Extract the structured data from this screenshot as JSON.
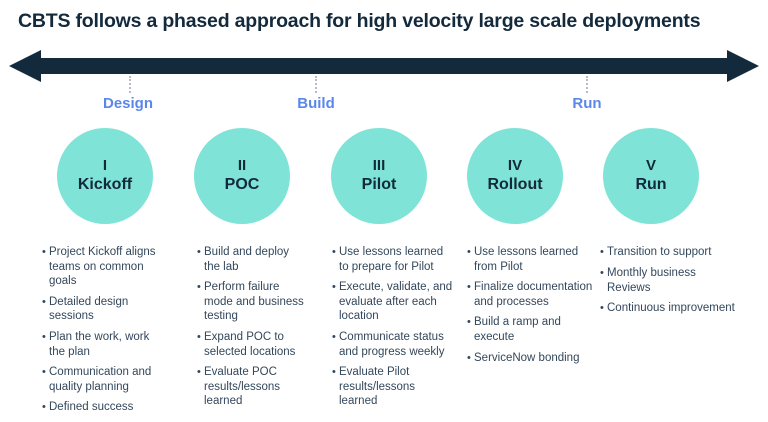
{
  "title": "CBTS follows a phased approach for high velocity large scale deployments",
  "timeline": {
    "phase_labels": [
      "Design",
      "Build",
      "Run"
    ]
  },
  "phases": [
    {
      "numeral": "I",
      "name": "Kickoff",
      "bullets": [
        "Project Kickoff aligns teams on common goals",
        "Detailed design sessions",
        "Plan the work, work the plan",
        "Communication and quality planning",
        "Defined success"
      ]
    },
    {
      "numeral": "II",
      "name": "POC",
      "bullets": [
        "Build and deploy the lab",
        "Perform failure mode and business testing",
        "Expand POC to selected locations",
        "Evaluate POC results/lessons learned"
      ]
    },
    {
      "numeral": "III",
      "name": "Pilot",
      "bullets": [
        "Use lessons learned to prepare for Pilot",
        "Execute, validate, and evaluate after each location",
        "Communicate status and progress weekly",
        "Evaluate Pilot results/lessons learned"
      ]
    },
    {
      "numeral": "IV",
      "name": "Rollout",
      "bullets": [
        "Use lessons learned from Pilot",
        "Finalize documentation and processes",
        "Build a ramp and execute",
        "ServiceNow bonding"
      ]
    },
    {
      "numeral": "V",
      "name": "Run",
      "bullets": [
        "Transition to support",
        "Monthly business Reviews",
        "Continuous improvement"
      ]
    }
  ],
  "colors": {
    "navy": "#13293C",
    "accent_blue": "#5B87EC",
    "teal": "#7FE3D7",
    "body_text": "#33475B",
    "tick_gray": "#B6BCC6"
  }
}
